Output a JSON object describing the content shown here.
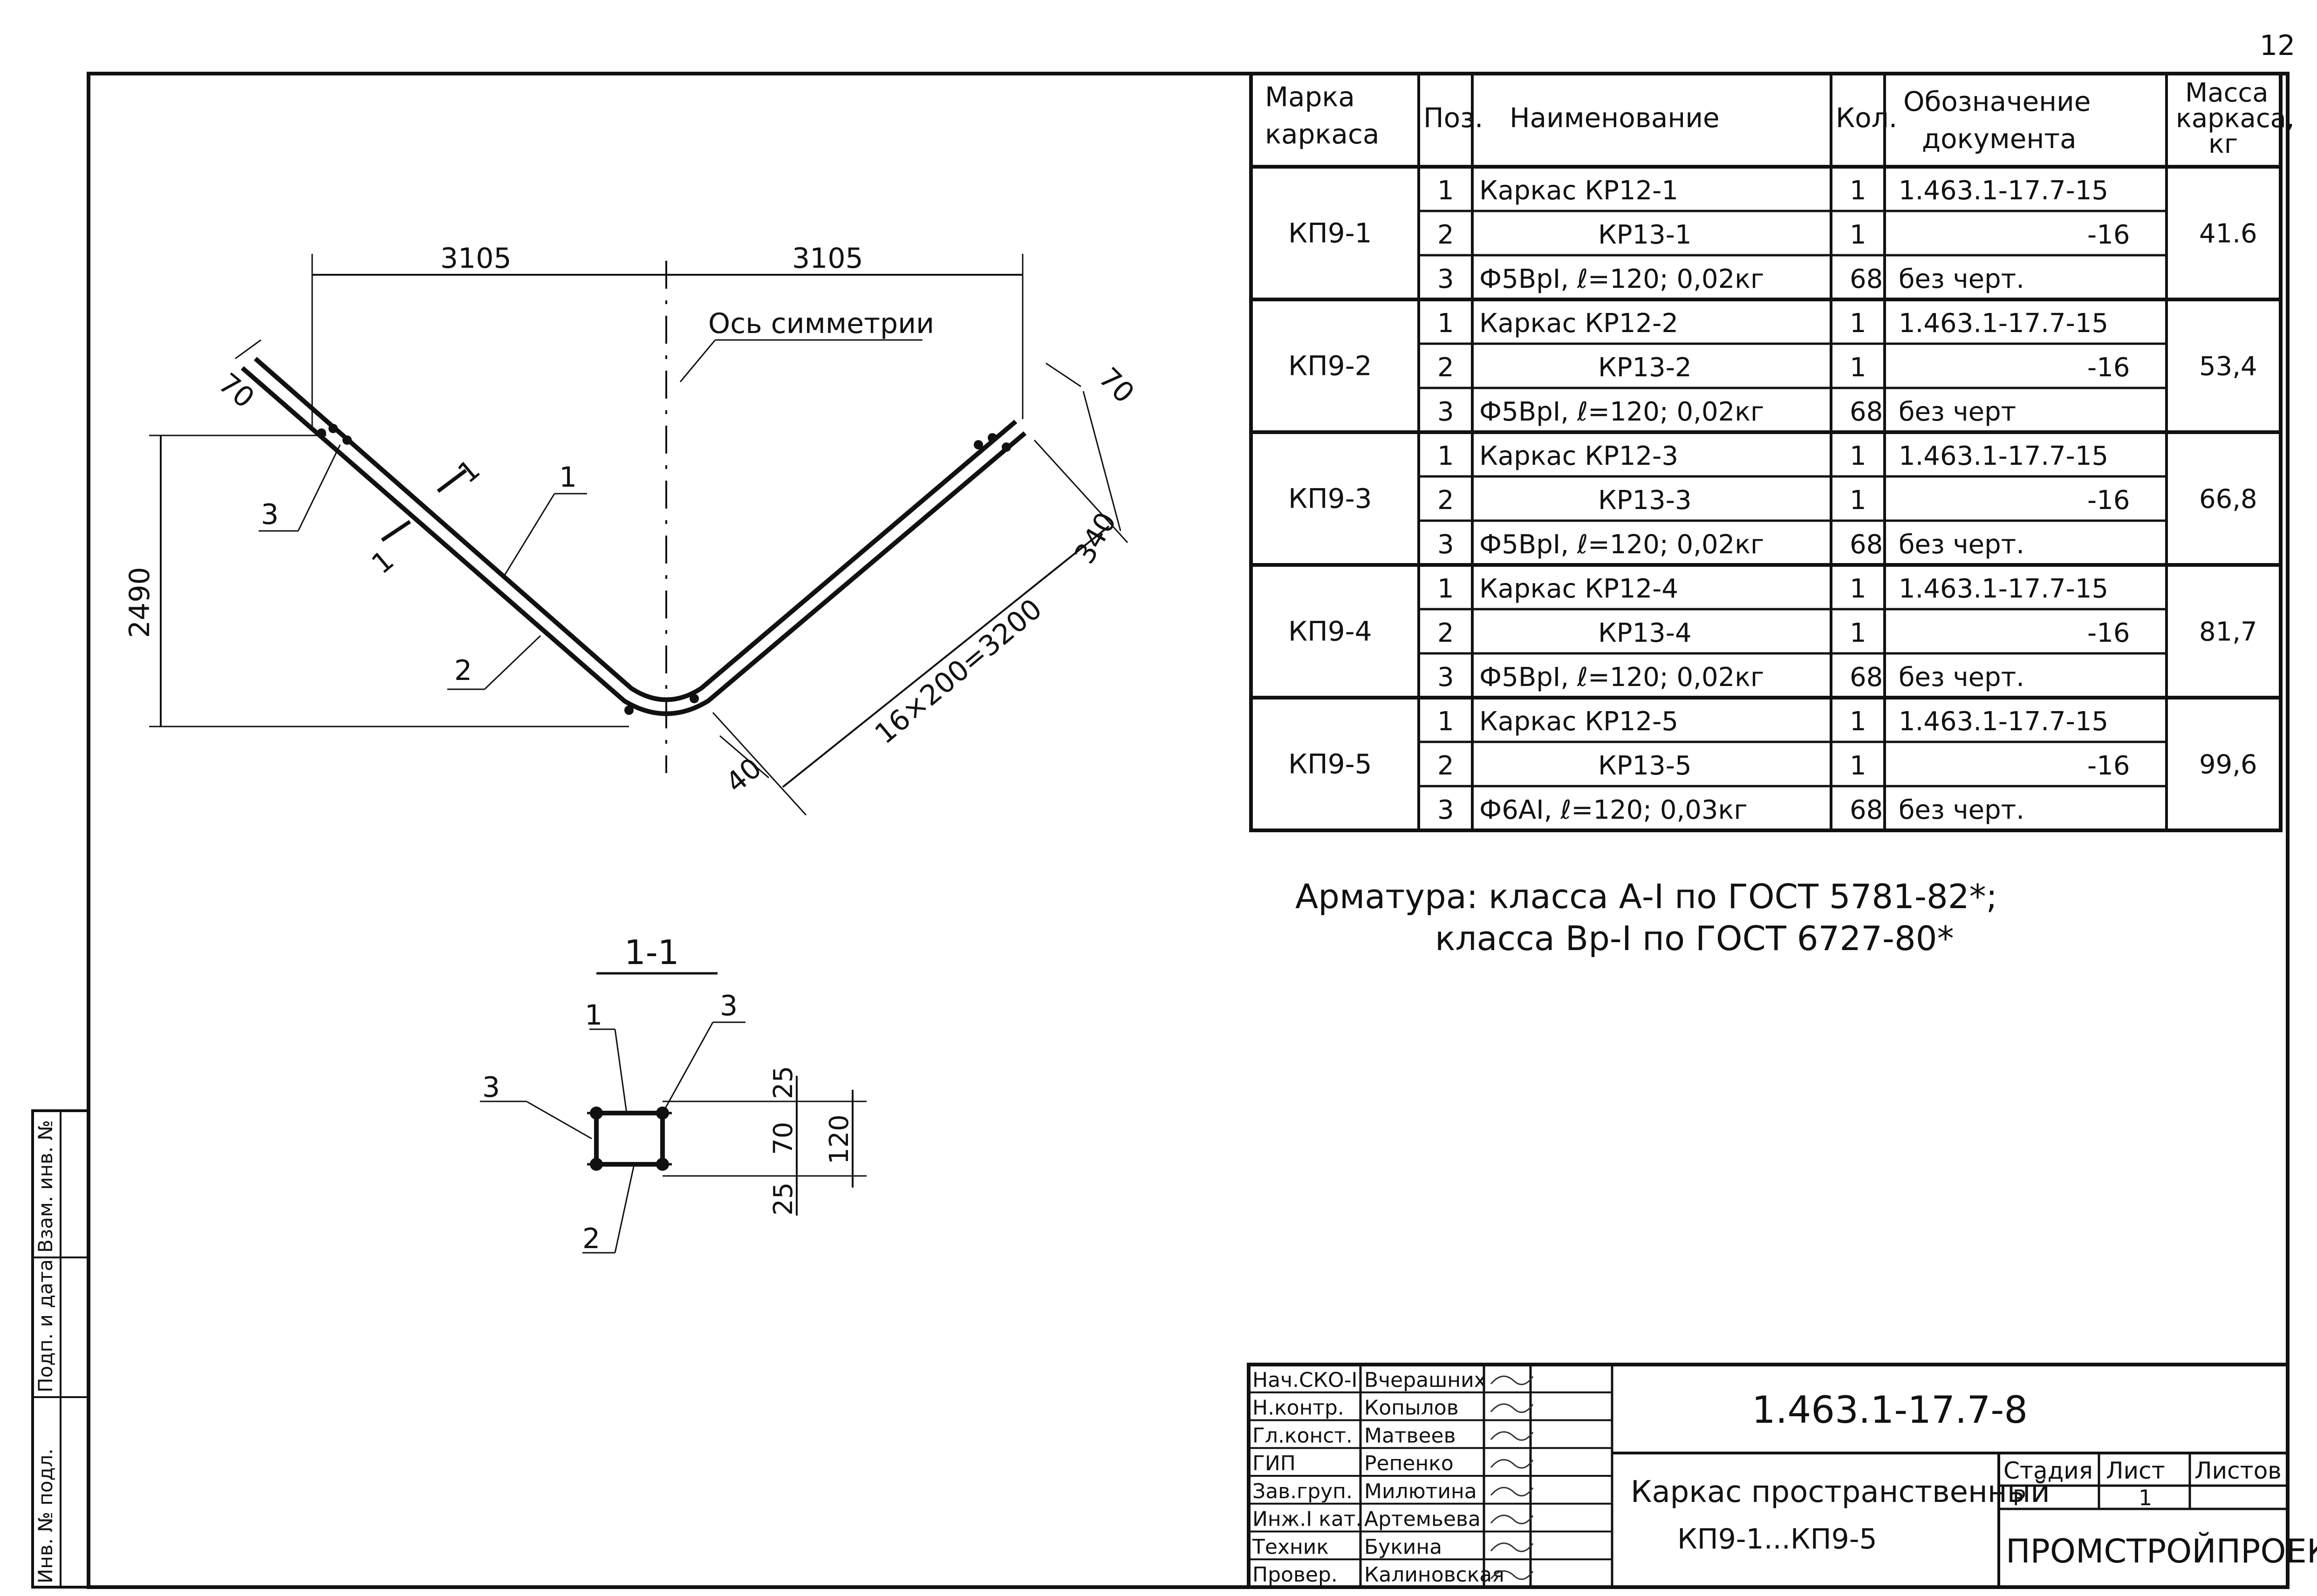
{
  "page_number": "12",
  "diagram": {
    "dims": {
      "left_span": "3105",
      "right_span": "3105",
      "height": "2490",
      "end_left": "70",
      "end_right": "70",
      "width_340": "340",
      "pitch": "16×200=3200",
      "offset_40": "40"
    },
    "axis_label": "Ось симметрии",
    "pos_labels": {
      "p1": "1",
      "p2": "2",
      "p3": "3"
    },
    "section_mark": "1"
  },
  "section": {
    "title": "1-1",
    "labels": {
      "p1": "1",
      "p2": "2",
      "p3a": "3",
      "p3b": "3"
    },
    "dims": {
      "top": "25",
      "mid": "70",
      "bot": "25",
      "total": "120"
    }
  },
  "spec_table": {
    "headers": {
      "mark": [
        "Марка",
        "каркаса"
      ],
      "pos": "Поз.",
      "name": "Наименование",
      "qty": "Кол.",
      "doc": [
        "Обозначение",
        "документа"
      ],
      "mass": [
        "Масса",
        "каркаса,",
        "кг"
      ]
    },
    "groups": [
      {
        "mark": "КП9-1",
        "mass": "41.6",
        "rows": [
          {
            "pos": "1",
            "name": "Каркас КР12-1",
            "qty": "1",
            "doc": "1.463.1-17.7-15"
          },
          {
            "pos": "2",
            "name": "КР13-1",
            "qty": "1",
            "doc": "-16"
          },
          {
            "pos": "3",
            "name": "Ф5ВрI, ℓ=120; 0,02кг",
            "qty": "68",
            "doc": "без черт."
          }
        ]
      },
      {
        "mark": "КП9-2",
        "mass": "53,4",
        "rows": [
          {
            "pos": "1",
            "name": "Каркас КР12-2",
            "qty": "1",
            "doc": "1.463.1-17.7-15"
          },
          {
            "pos": "2",
            "name": "КР13-2",
            "qty": "1",
            "doc": "-16"
          },
          {
            "pos": "3",
            "name": "Ф5ВрI, ℓ=120; 0,02кг",
            "qty": "68",
            "doc": "без черт"
          }
        ]
      },
      {
        "mark": "КП9-3",
        "mass": "66,8",
        "rows": [
          {
            "pos": "1",
            "name": "Каркас КР12-3",
            "qty": "1",
            "doc": "1.463.1-17.7-15"
          },
          {
            "pos": "2",
            "name": "КР13-3",
            "qty": "1",
            "doc": "-16"
          },
          {
            "pos": "3",
            "name": "Ф5ВрI, ℓ=120; 0,02кг",
            "qty": "68",
            "doc": "без черт."
          }
        ]
      },
      {
        "mark": "КП9-4",
        "mass": "81,7",
        "rows": [
          {
            "pos": "1",
            "name": "Каркас КР12-4",
            "qty": "1",
            "doc": "1.463.1-17.7-15"
          },
          {
            "pos": "2",
            "name": "КР13-4",
            "qty": "1",
            "doc": "-16"
          },
          {
            "pos": "3",
            "name": "Ф5ВрI, ℓ=120; 0,02кг",
            "qty": "68",
            "doc": "без черт."
          }
        ]
      },
      {
        "mark": "КП9-5",
        "mass": "99,6",
        "rows": [
          {
            "pos": "1",
            "name": "Каркас КР12-5",
            "qty": "1",
            "doc": "1.463.1-17.7-15"
          },
          {
            "pos": "2",
            "name": "КР13-5",
            "qty": "1",
            "doc": "-16"
          },
          {
            "pos": "3",
            "name": "Ф6АI, ℓ=120; 0,03кг",
            "qty": "68",
            "doc": "без черт."
          }
        ]
      }
    ]
  },
  "note": {
    "line1": "Арматура: класса А-I по ГОСТ 5781-82*;",
    "line2": "класса Вр-I по ГОСТ 6727-80*"
  },
  "side_stamp": {
    "inv_podl": "Инв. № подл.",
    "podp_data": "Подп. и дата",
    "vzam": "Взам. инв. №"
  },
  "title_block": {
    "code": "1.463.1-17.7-8",
    "title_line1": "Каркас пространственный",
    "title_line2": "КП9-1...КП9-5",
    "stage_h": "Стадия",
    "sheet_h": "Лист",
    "sheets_h": "Листов",
    "stage": "Р",
    "sheet": "1",
    "sheets": "",
    "org": "ПРОМСТРОЙПРОЕКТ",
    "people": [
      {
        "role": "Нач.СКО-I",
        "name": "Вчерашних"
      },
      {
        "role": "Н.контр.",
        "name": "Копылов"
      },
      {
        "role": "Гл.конст.",
        "name": "Матвеев"
      },
      {
        "role": "ГИП",
        "name": "Репенко"
      },
      {
        "role": "Зав.груп.",
        "name": "Милютина"
      },
      {
        "role": "Инж.I кат.",
        "name": "Артемьева"
      },
      {
        "role": "Техник",
        "name": "Букина"
      },
      {
        "role": "Провер.",
        "name": "Калиновская"
      }
    ]
  }
}
